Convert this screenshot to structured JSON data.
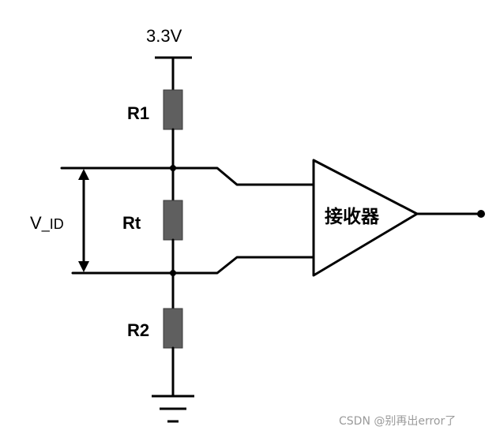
{
  "supply": {
    "label": "3.3V"
  },
  "resistors": {
    "r1": "R1",
    "rt": "Rt",
    "r2": "R2"
  },
  "voltage": {
    "main": "V",
    "sub": "_ID"
  },
  "receiver": {
    "label": "接收器"
  },
  "watermark": {
    "text": "CSDN @别再出error了"
  },
  "colors": {
    "line": "#000000",
    "resistor": "#5f5f5f",
    "watermark": "#9a9a9a"
  }
}
